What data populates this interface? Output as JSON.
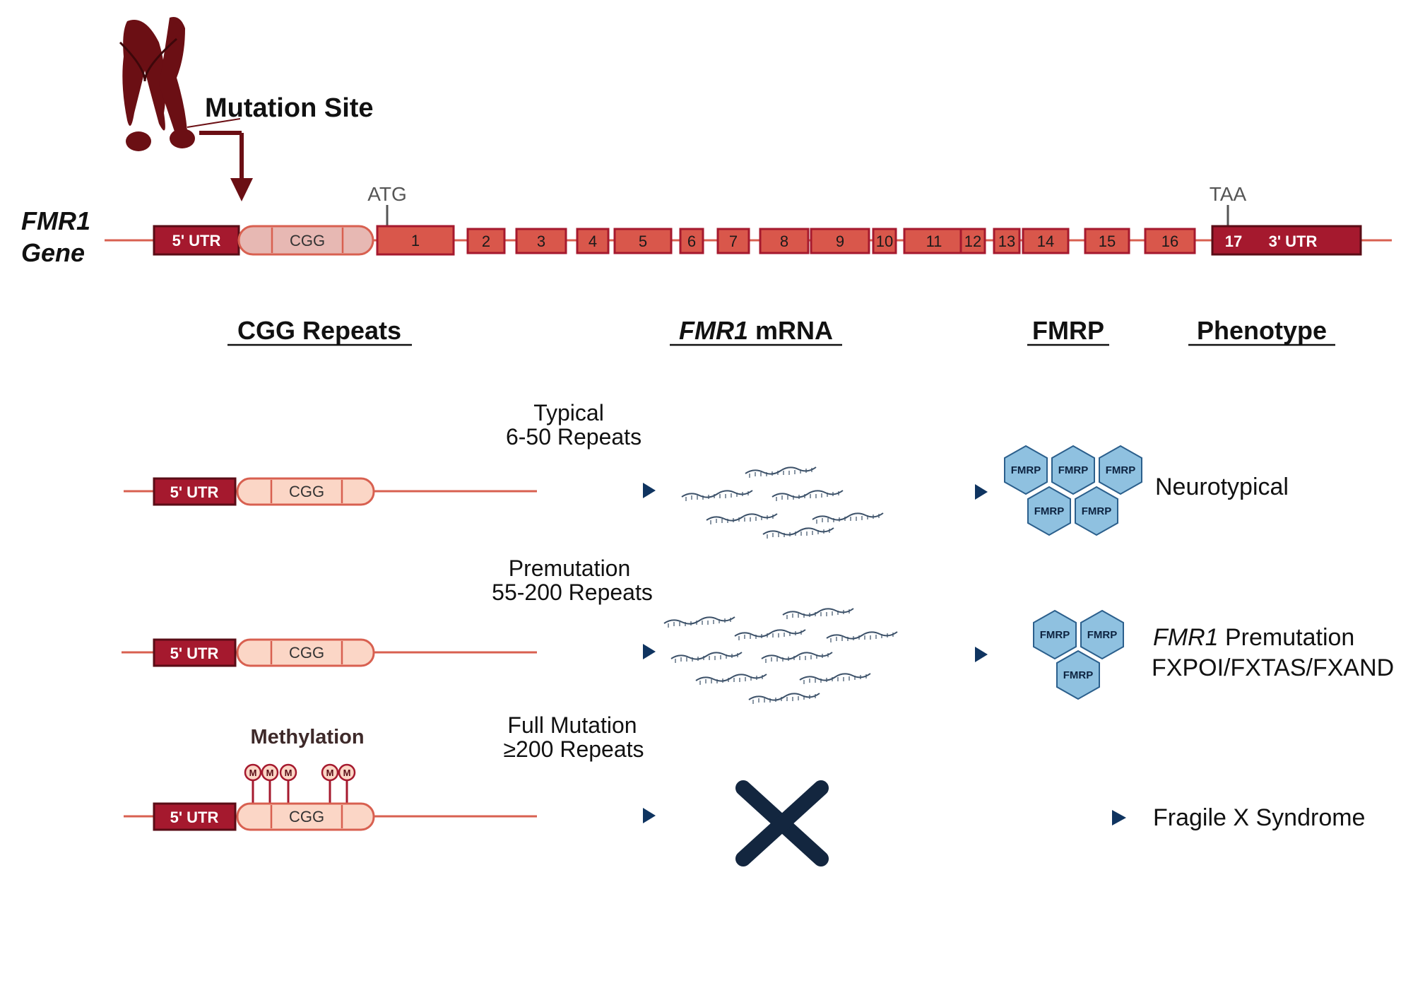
{
  "chromosome": {
    "label": "Mutation Site"
  },
  "gene": {
    "label_italic": "FMR1",
    "label_rest": "Gene",
    "five_utr": "5' UTR",
    "cgg": "CGG",
    "start_codon": "ATG",
    "stop_codon": "TAA",
    "three_utr": "3' UTR",
    "exons": [
      "1",
      "2",
      "3",
      "4",
      "5",
      "6",
      "7",
      "8",
      "9",
      "10",
      "11",
      "12",
      "13",
      "14",
      "15",
      "16",
      "17"
    ]
  },
  "headers": {
    "cgg_repeats": "CGG Repeats",
    "mrna_italic": "FMR1",
    "mrna_rest": " mRNA",
    "fmrp": "FMRP",
    "phenotype": "Phenotype"
  },
  "rows": [
    {
      "title": "Typical",
      "repeats": "6-50 Repeats",
      "utr": "5' UTR",
      "cgg": "CGG",
      "protein": "FMRP",
      "phenotype": "Neurotypical"
    },
    {
      "title": "Premutation",
      "repeats": "55-200 Repeats",
      "utr": "5' UTR",
      "cgg": "CGG",
      "protein": "FMRP",
      "phenotype_italic": "FMR1",
      "phenotype_rest": " Premutation",
      "phenotype_line2": "FXPOI/FXTAS/FXAND"
    },
    {
      "title": "Full Mutation",
      "repeats": "≥200 Repeats",
      "utr": "5' UTR",
      "cgg": "CGG",
      "methylation": "Methylation",
      "methyl_mark": "M",
      "phenotype": "Fragile X Syndrome"
    }
  ],
  "colors": {
    "utr_dark": "#a5192e",
    "exon": "#d9574b",
    "cgg_gene": "#e7b8b3",
    "cgg_row": "#fbd6c6",
    "line": "#d86050",
    "chromosome": "#6b0f14",
    "arrow": "#0f3460",
    "fmrp_fill": "#8fc1e0",
    "fmrp_stroke": "#2b5f8c",
    "mrna": "#3b5068"
  }
}
